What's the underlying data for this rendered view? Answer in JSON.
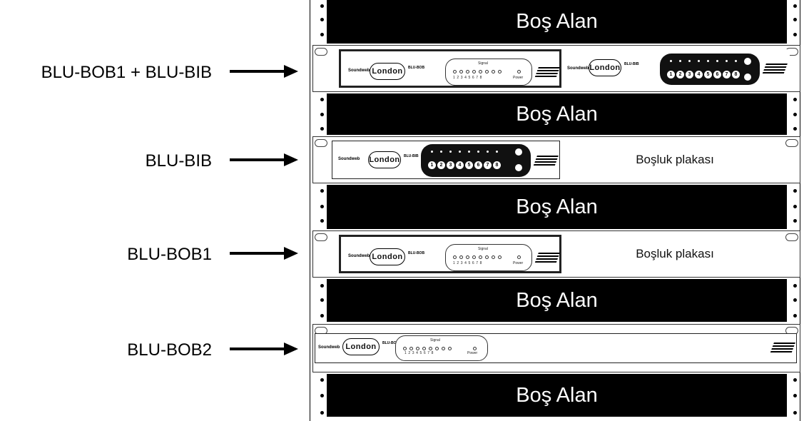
{
  "labels": {
    "row1": "BLU-BOB1 + BLU-BIB",
    "row2": "BLU-BIB",
    "row3": "BLU-BOB1",
    "row4": "BLU-BOB2"
  },
  "rack": {
    "blank_space": "Boş Alan",
    "filler_plate": "Boşluk plakası"
  },
  "device": {
    "brand": "Soundweb",
    "series": "London",
    "model_bob": "BLU-BOB",
    "model_bib": "BLU-BIB",
    "signal_label": "Signal",
    "channel_numbers": "12345678",
    "power_label": "Power"
  },
  "colors": {
    "blank": "#000000",
    "text_on_blank": "#ffffff"
  },
  "icons": [
    "arrow-right-icon",
    "bss-logo-icon",
    "london-logo-icon"
  ]
}
